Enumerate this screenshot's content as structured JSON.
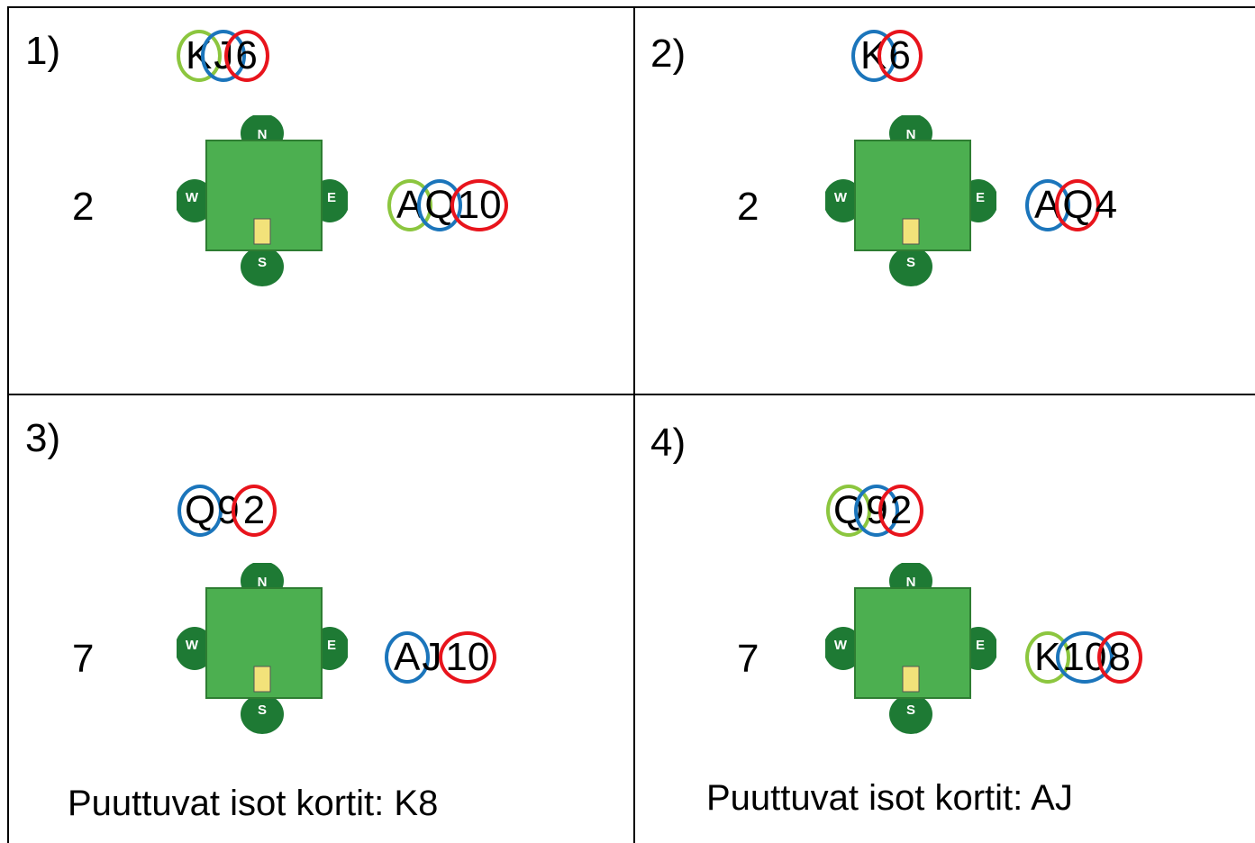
{
  "colors": {
    "green_ring": "#8cc63f",
    "blue_ring": "#1b75bb",
    "red_ring": "#e8141c",
    "table_green": "#4caf50",
    "badge_green": "#1e7a34",
    "declarer_card": "#f2e27a"
  },
  "compass": {
    "north": "N",
    "east": "E",
    "south": "S",
    "west": "W"
  },
  "panels": [
    {
      "number": "1)",
      "west": "2",
      "north": [
        {
          "rank": "K",
          "ring": "green"
        },
        {
          "rank": "J",
          "ring": "blue"
        },
        {
          "rank": "6",
          "ring": "red"
        }
      ],
      "east": [
        {
          "rank": "A",
          "ring": "green"
        },
        {
          "rank": "Q",
          "ring": "blue"
        },
        {
          "rank": "10",
          "ring": "red"
        }
      ],
      "missing": ""
    },
    {
      "number": "2)",
      "west": "2",
      "north": [
        {
          "rank": "K",
          "ring": "blue"
        },
        {
          "rank": "6",
          "ring": "red"
        }
      ],
      "east": [
        {
          "rank": "A",
          "ring": "blue"
        },
        {
          "rank": "Q",
          "ring": "red"
        },
        {
          "rank": "4",
          "ring": ""
        }
      ],
      "missing": ""
    },
    {
      "number": "3)",
      "west": "7",
      "north": [
        {
          "rank": "Q",
          "ring": "blue"
        },
        {
          "rank": "9",
          "ring": ""
        },
        {
          "rank": "2",
          "ring": "red"
        }
      ],
      "east": [
        {
          "rank": "A",
          "ring": "blue"
        },
        {
          "rank": "J",
          "ring": ""
        },
        {
          "rank": "10",
          "ring": "red"
        }
      ],
      "missing": "Puuttuvat isot kortit: K8"
    },
    {
      "number": "4)",
      "west": "7",
      "north": [
        {
          "rank": "Q",
          "ring": "green"
        },
        {
          "rank": "9",
          "ring": "blue"
        },
        {
          "rank": "2",
          "ring": "red"
        }
      ],
      "east": [
        {
          "rank": "K",
          "ring": "green"
        },
        {
          "rank": "10",
          "ring": "blue"
        },
        {
          "rank": "8",
          "ring": "red"
        }
      ],
      "missing": "Puuttuvat isot kortit: AJ"
    }
  ]
}
